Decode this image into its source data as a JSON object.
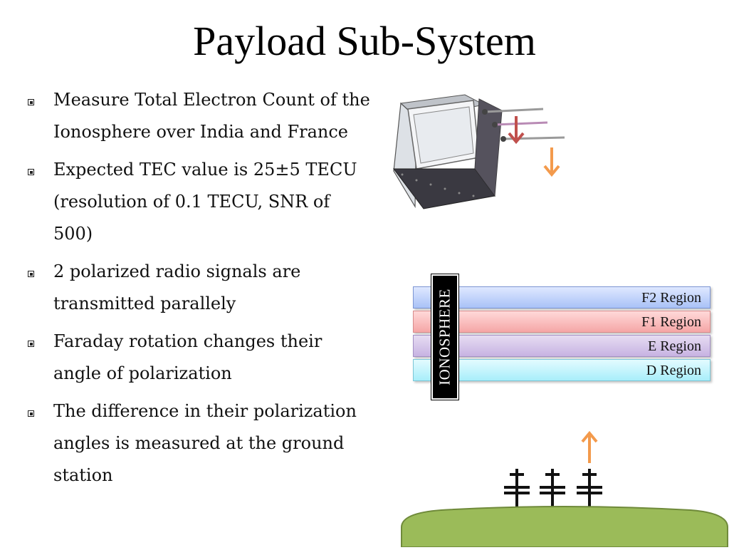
{
  "slide": {
    "title": "Payload Sub-System",
    "bullets": [
      "Measure Total Electron Count of the Ionosphere over India and France",
      "Expected TEC value is 25±5 TECU (resolution of 0.1 TECU, SNR of 500)",
      "2 polarized radio signals are transmitted parallely",
      "Faraday rotation changes their angle of polarization",
      "The difference in their polarization angles is measured at the ground station"
    ]
  },
  "diagram": {
    "ionosphere_label": "IONOSPHERE",
    "layers": [
      "F2 Region",
      "F1 Region",
      "E Region",
      "D Region"
    ],
    "colors": {
      "signal_orange": "#f39a4c",
      "signal_red": "#c0504d",
      "ground_green": "#9bbb59",
      "antenna_pole": "#111111"
    },
    "icons": [
      "satellite-cube",
      "antenna-array",
      "down-arrow",
      "up-arrow"
    ]
  }
}
